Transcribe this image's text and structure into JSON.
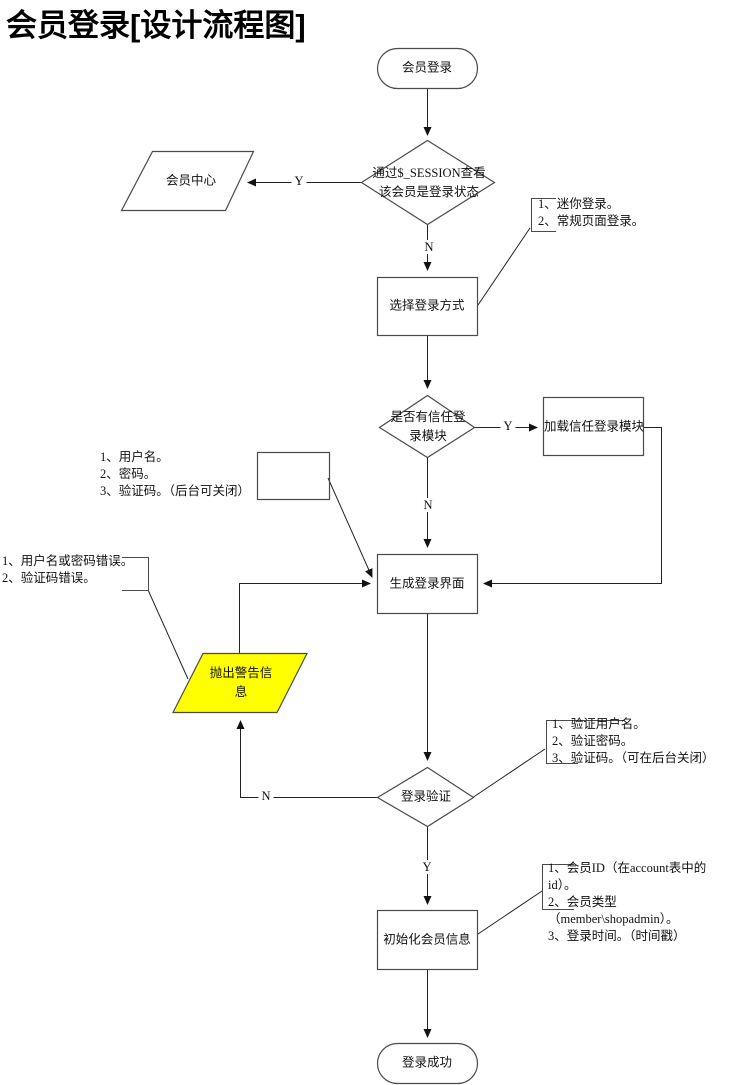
{
  "title": "会员登录[设计流程图]",
  "colors": {
    "warning_fill": "#ffff00",
    "line": "#1a1a1a"
  },
  "nodes": {
    "start": "会员登录",
    "check_session": "通过$_SESSION查看\n该会员是登录状态",
    "member_center": "会员中心",
    "choose_login_mode": "选择登录方式",
    "has_trust_module": "是否有信任登\n录模块",
    "load_trust_module": "加载信任登录模块",
    "render_login_ui": "生成登录界面",
    "throw_warning": "抛出警告信\n息",
    "verify_login": "登录验证",
    "init_member_info": "初始化会员信息",
    "success": "登录成功"
  },
  "edge_labels": {
    "session_yes": "Y",
    "session_no": "N",
    "trust_yes": "Y",
    "trust_no": "N",
    "verify_no": "N",
    "verify_yes": "Y"
  },
  "annotations": {
    "login_modes": "1、迷你登录。\n2、常规页面登录。",
    "login_form_fields": "1、用户名。\n2、密码。\n3、验证码。（后台可关闭）",
    "warning_reasons": "1、用户名或密码错误。\n2、验证码错误。",
    "verify_checks": "1、验证用户名。\n2、验证密码。\n3、验证码。（可在后台关闭）",
    "member_init_fields": "1、会员ID（在account表中的id）。\n2、会员类型（member\\shopadmin）。\n3、登录时间。（时间戳）"
  }
}
